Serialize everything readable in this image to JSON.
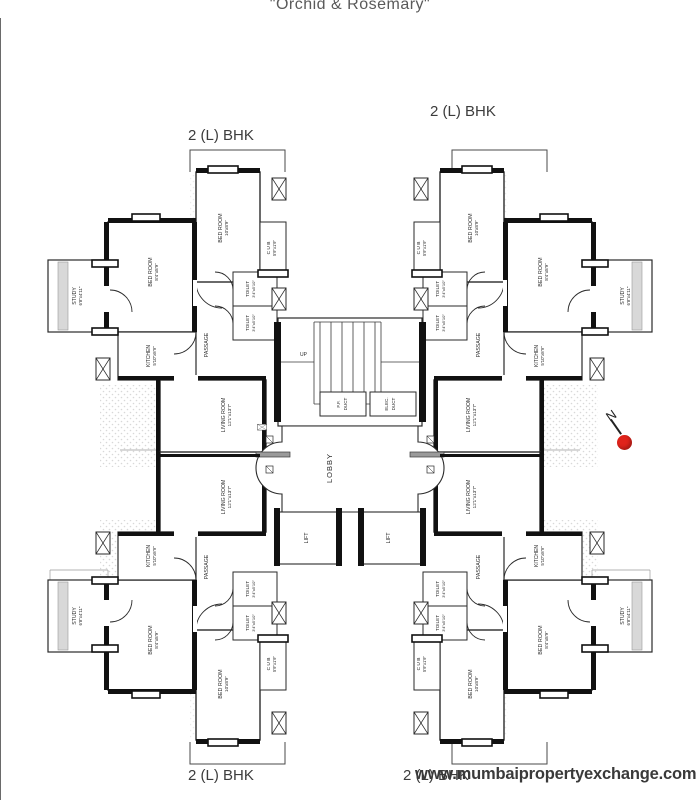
{
  "document": {
    "title": "\"Orchid & Rosemary\"",
    "watermark": "www.mumbaipropertyexchange.com",
    "type": "floor-plan",
    "orientation_label": "N"
  },
  "unit_labels": {
    "top_left": "2 (L) BHK",
    "top_right": "2 (L) BHK",
    "bottom_left": "2 (L) BHK",
    "bottom_right": "2 (L) BHK"
  },
  "core": {
    "lobby": "LOBBY",
    "lift_left": "LIFT",
    "lift_right": "LIFT",
    "duct_fire": "F.F. DUCT",
    "duct_elec": "ELEC. DUCT",
    "stair_direction": "UP"
  },
  "rooms": {
    "bed_room_large": {
      "name": "BED ROOM",
      "size": "8'4\"x8'9\""
    },
    "bed_room_small": {
      "name": "BED ROOM",
      "size": "10'x8'9\""
    },
    "living_room": {
      "name": "LIVING ROOM",
      "size": "12'1\"x13'7\""
    },
    "kitchen": {
      "name": "KITCHEN",
      "size": "5'10\"x8'9\""
    },
    "study": {
      "name": "STUDY",
      "size": "6'8\"x4'11\""
    },
    "toilet": {
      "name": "TOILET",
      "size": "3'4\"x5'10\""
    },
    "cub": {
      "name": "C U B",
      "size": "5'9\"x1'9\""
    },
    "passage": {
      "name": "PASSAGE"
    }
  },
  "colors": {
    "wall": "#1a1a1a",
    "thin_line": "#8a8a8a",
    "text": "#3a3a3a",
    "north_dot": "#e0231b",
    "paper": "#ffffff"
  }
}
